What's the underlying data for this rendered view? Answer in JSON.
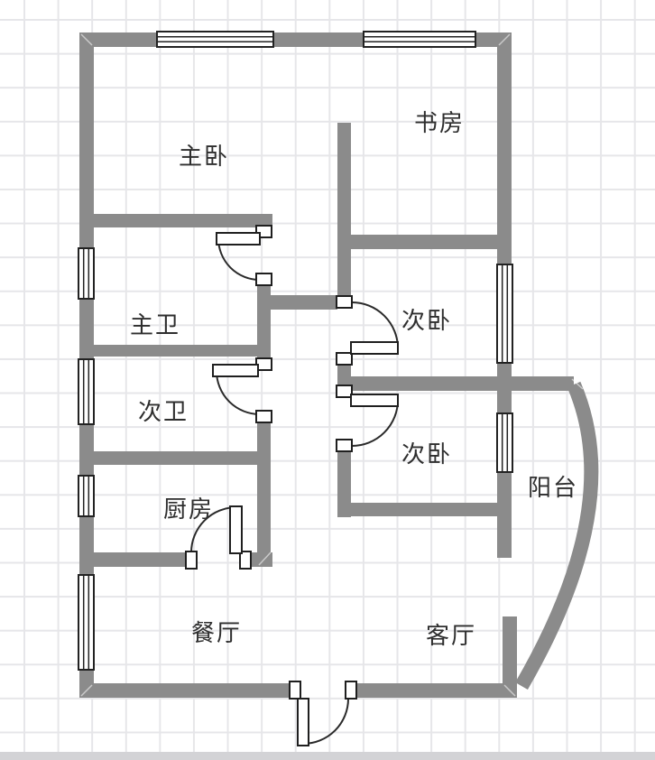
{
  "page": {
    "type": "real-estate floor plan screenshot"
  },
  "rooms": [
    {
      "name": "master-bedroom",
      "label": "主卧"
    },
    {
      "name": "study",
      "label": "书房"
    },
    {
      "name": "master-bathroom",
      "label": "主卫"
    },
    {
      "name": "second-bedroom",
      "label": "次卧"
    },
    {
      "name": "second-bathroom",
      "label": "次卫"
    },
    {
      "name": "third-bedroom",
      "label": "次卧"
    },
    {
      "name": "kitchen",
      "label": "厨房"
    },
    {
      "name": "balcony",
      "label": "阳台"
    },
    {
      "name": "dining-room",
      "label": "餐厅"
    },
    {
      "name": "living-room",
      "label": "客厅"
    }
  ],
  "colors": {
    "wall": "#8b8b8b",
    "outline": "#222222",
    "text": "#2e2e2e",
    "grid_line": "#e6e6e9",
    "background": "#ffffff",
    "scrollbar_track": "#d3d3d6"
  }
}
